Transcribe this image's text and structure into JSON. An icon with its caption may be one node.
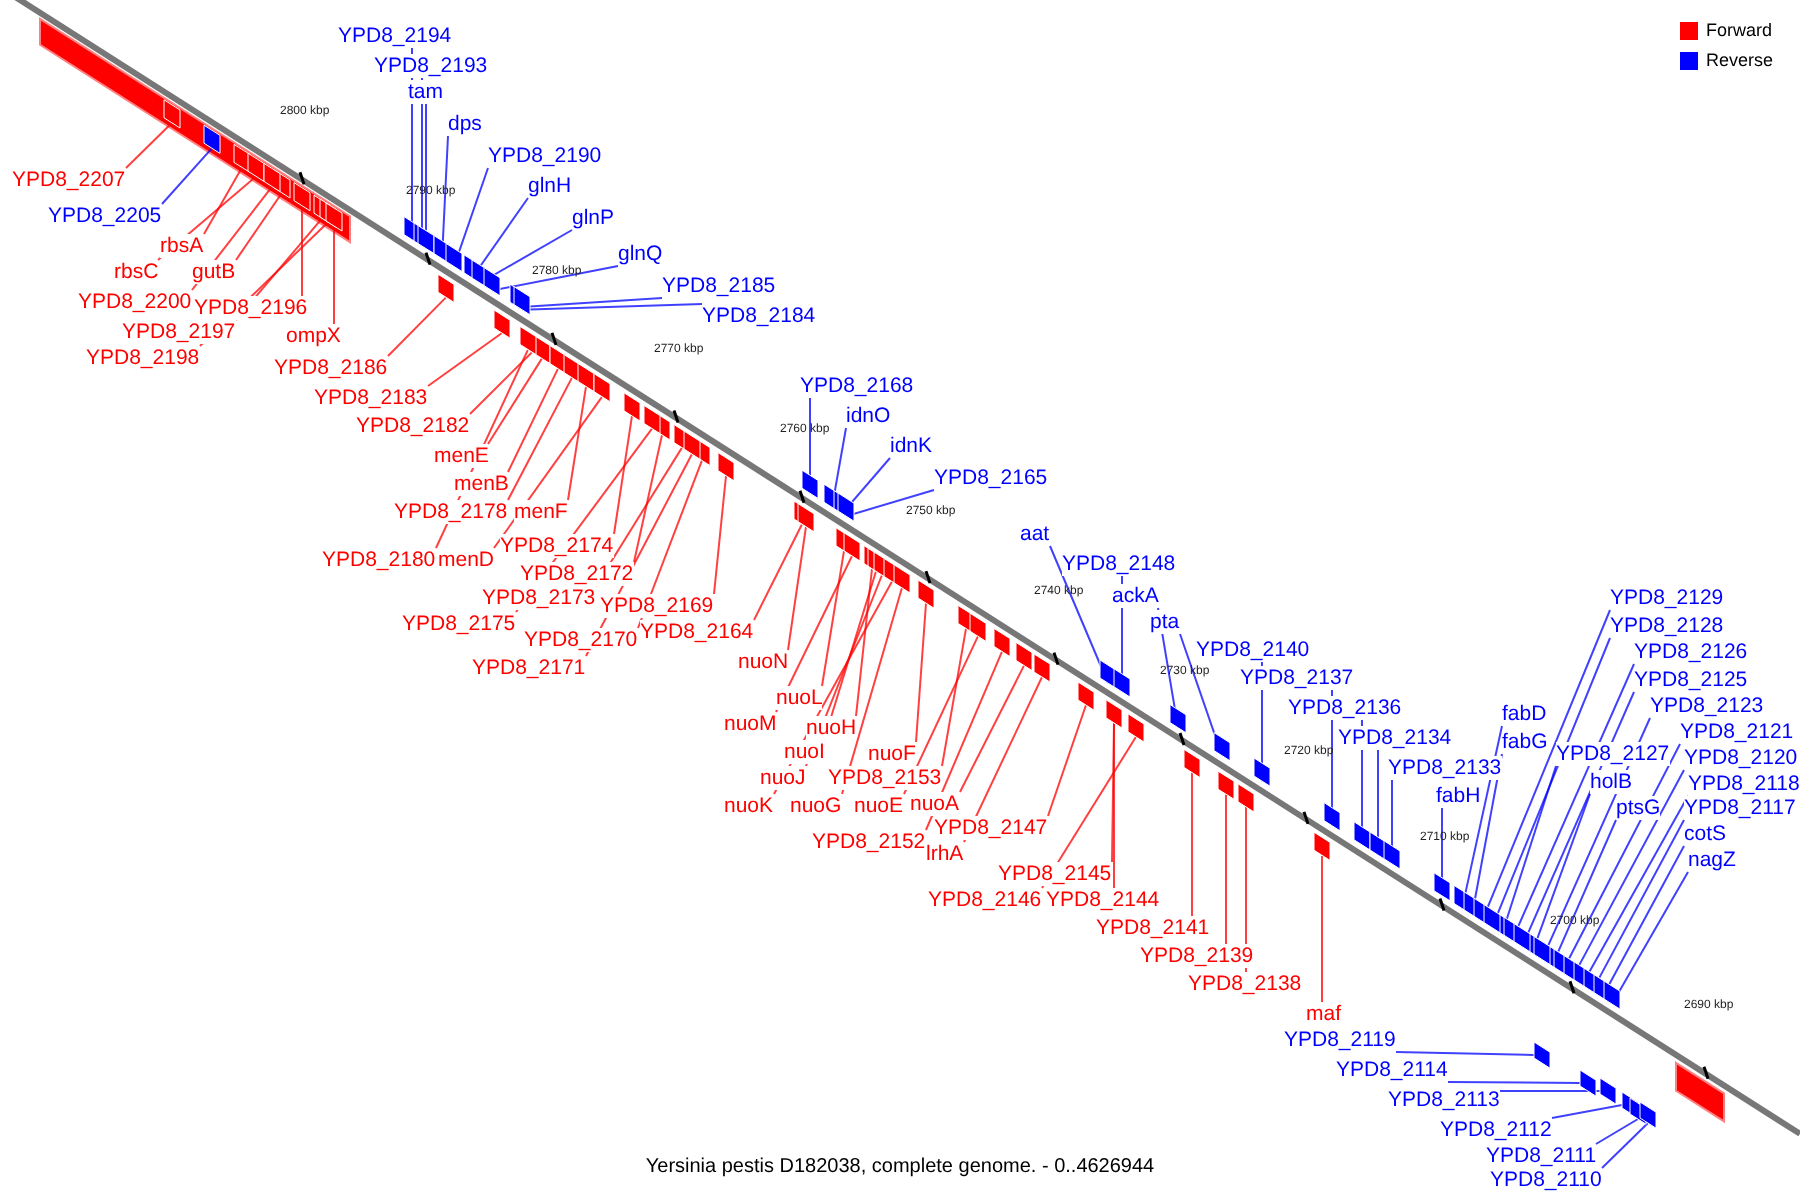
{
  "diagram": {
    "caption": "Yersinia pestis D182038, complete genome. - 0..4626944",
    "nodes": [
      {
        "text": [
          "YPD8_2207"
        ]
      },
      {
        "text": [
          "YPD8_2205"
        ]
      },
      {
        "text": [
          "rbsA"
        ]
      },
      {
        "text": [
          "rbsC"
        ]
      },
      {
        "text": [
          "gutB"
        ]
      },
      {
        "text": [
          "YPD8_2200"
        ]
      },
      {
        "text": [
          "YPD8_2196"
        ]
      },
      {
        "text": [
          "YPD8_2197"
        ]
      },
      {
        "text": [
          "YPD8_2198"
        ]
      },
      {
        "text": [
          "ompX"
        ]
      },
      {
        "text": [
          "YPD8_2186"
        ]
      },
      {
        "text": [
          "YPD8_2183"
        ]
      },
      {
        "text": [
          "YPD8_2182"
        ]
      },
      {
        "text": [
          "menE"
        ]
      },
      {
        "text": [
          "menB"
        ]
      },
      {
        "text": [
          "YPD8_2178"
        ]
      },
      {
        "text": [
          "menF"
        ]
      },
      {
        "text": [
          "YPD8_2180"
        ]
      },
      {
        "text": [
          "menD"
        ]
      },
      {
        "text": [
          "YPD8_2174"
        ]
      },
      {
        "text": [
          "YPD8_2172"
        ]
      },
      {
        "text": [
          "YPD8_2173"
        ]
      },
      {
        "text": [
          "YPD8_2169"
        ]
      },
      {
        "text": [
          "YPD8_2175"
        ]
      },
      {
        "text": [
          "YPD8_2170"
        ]
      },
      {
        "text": [
          "YPD8_2164"
        ]
      },
      {
        "text": [
          "YPD8_2171"
        ]
      },
      {
        "text": [
          "nuoN"
        ]
      },
      {
        "text": [
          "nuoL"
        ]
      },
      {
        "text": [
          "nuoM"
        ]
      },
      {
        "text": [
          "nuoH"
        ]
      },
      {
        "text": [
          "nuoI"
        ]
      },
      {
        "text": [
          "nuoF"
        ]
      },
      {
        "text": [
          "nuoJ"
        ]
      },
      {
        "text": [
          "YPD8_2153"
        ]
      },
      {
        "text": [
          "nuoK"
        ]
      },
      {
        "text": [
          "nuoG"
        ]
      },
      {
        "text": [
          "nuoE"
        ]
      },
      {
        "text": [
          "nuoA"
        ]
      },
      {
        "text": [
          "YPD8_2147"
        ]
      },
      {
        "text": [
          "YPD8_2152"
        ]
      },
      {
        "text": [
          "lrhA"
        ]
      },
      {
        "text": [
          "YPD8_2145"
        ]
      },
      {
        "text": [
          "YPD8_2146"
        ]
      },
      {
        "text": [
          "YPD8_2144"
        ]
      },
      {
        "text": [
          "YPD8_2141"
        ]
      },
      {
        "text": [
          "YPD8_2139"
        ]
      },
      {
        "text": [
          "YPD8_2138"
        ]
      },
      {
        "text": [
          "maf"
        ]
      },
      {
        "text": [
          "YPD8_2194"
        ]
      },
      {
        "text": [
          "YPD8_2193"
        ]
      },
      {
        "text": [
          "tam"
        ]
      },
      {
        "text": [
          "dps"
        ]
      },
      {
        "text": [
          "YPD8_2190"
        ]
      },
      {
        "text": [
          "glnH"
        ]
      },
      {
        "text": [
          "glnP"
        ]
      },
      {
        "text": [
          "glnQ"
        ]
      },
      {
        "text": [
          "YPD8_2185"
        ]
      },
      {
        "text": [
          "YPD8_2184"
        ]
      },
      {
        "text": [
          "YPD8_2168"
        ]
      },
      {
        "text": [
          "idnO"
        ]
      },
      {
        "text": [
          "idnK"
        ]
      },
      {
        "text": [
          "YPD8_2165"
        ]
      },
      {
        "text": [
          "aat"
        ]
      },
      {
        "text": [
          "YPD8_2148"
        ]
      },
      {
        "text": [
          "ackA"
        ]
      },
      {
        "text": [
          "pta"
        ]
      },
      {
        "text": [
          "YPD8_2140"
        ]
      },
      {
        "text": [
          "YPD8_2137"
        ]
      },
      {
        "text": [
          "YPD8_2136"
        ]
      },
      {
        "text": [
          "YPD8_2134"
        ]
      },
      {
        "text": [
          "YPD8_2133"
        ]
      },
      {
        "text": [
          "fabH"
        ]
      },
      {
        "text": [
          "fabD"
        ]
      },
      {
        "text": [
          "fabG"
        ]
      },
      {
        "text": [
          "YPD8_2127"
        ]
      },
      {
        "text": [
          "holB"
        ]
      },
      {
        "text": [
          "ptsG"
        ]
      },
      {
        "text": [
          "YPD8_2129"
        ]
      },
      {
        "text": [
          "YPD8_2128"
        ]
      },
      {
        "text": [
          "YPD8_2126"
        ]
      },
      {
        "text": [
          "YPD8_2125"
        ]
      },
      {
        "text": [
          "YPD8_2123"
        ]
      },
      {
        "text": [
          "YPD8_2121"
        ]
      },
      {
        "text": [
          "YPD8_2120"
        ]
      },
      {
        "text": [
          "YPD8_2118"
        ]
      },
      {
        "text": [
          "YPD8_2117"
        ]
      },
      {
        "text": [
          "cotS"
        ]
      },
      {
        "text": [
          "nagZ"
        ]
      },
      {
        "text": [
          "YPD8_2119"
        ]
      },
      {
        "text": [
          "YPD8_2114"
        ]
      },
      {
        "text": [
          "YPD8_2113"
        ]
      },
      {
        "text": [
          "YPD8_2112"
        ]
      },
      {
        "text": [
          "YPD8_2111"
        ]
      },
      {
        "text": [
          "YPD8_2110"
        ]
      },
      {
        "text": [],
        "shape": "box"
      },
      {
        "text": [],
        "shape": "box"
      },
      {
        "text": [],
        "shape": "box"
      },
      {
        "text": [],
        "shape": "box"
      },
      {
        "text": [],
        "shape": "box"
      },
      {
        "text": [],
        "shape": "box"
      },
      {
        "text": [],
        "shape": "box"
      },
      {
        "text": [],
        "shape": "box"
      },
      {
        "text": [],
        "shape": "box"
      },
      {
        "text": [],
        "shape": "box"
      },
      {
        "text": [],
        "shape": "box"
      },
      {
        "text": [],
        "shape": "box"
      },
      {
        "text": [],
        "shape": "box"
      },
      {
        "text": [],
        "shape": "box"
      },
      {
        "text": [],
        "shape": "box"
      },
      {
        "text": [],
        "shape": "box"
      },
      {
        "text": [],
        "shape": "box"
      },
      {
        "text": [],
        "shape": "box"
      },
      {
        "text": [],
        "shape": "box"
      },
      {
        "text": [],
        "shape": "box"
      },
      {
        "text": [],
        "shape": "box"
      },
      {
        "text": [],
        "shape": "box"
      },
      {
        "text": [],
        "shape": "box"
      },
      {
        "text": [],
        "shape": "box"
      },
      {
        "text": [],
        "shape": "box"
      },
      {
        "text": [],
        "shape": "box"
      },
      {
        "text": [],
        "shape": "box"
      },
      {
        "text": [],
        "shape": "box"
      },
      {
        "text": [],
        "shape": "box"
      },
      {
        "text": [],
        "shape": "box"
      },
      {
        "text": [],
        "shape": "box"
      },
      {
        "text": [],
        "shape": "box"
      },
      {
        "text": [],
        "shape": "box"
      },
      {
        "text": [],
        "shape": "box"
      },
      {
        "text": [],
        "shape": "box"
      },
      {
        "text": [],
        "shape": "box"
      },
      {
        "text": [],
        "shape": "box"
      },
      {
        "text": [],
        "shape": "box"
      },
      {
        "text": [],
        "shape": "box"
      },
      {
        "text": [],
        "shape": "box"
      },
      {
        "text": [],
        "shape": "box"
      },
      {
        "text": [],
        "shape": "box"
      },
      {
        "text": [],
        "shape": "box"
      },
      {
        "text": [],
        "shape": "box"
      },
      {
        "text": [],
        "shape": "box"
      },
      {
        "text": [],
        "shape": "box"
      },
      {
        "text": [],
        "shape": "box"
      },
      {
        "text": [],
        "shape": "box"
      },
      {
        "text": [],
        "shape": "box"
      },
      {
        "text": [],
        "shape": "box"
      },
      {
        "text": [],
        "shape": "box"
      },
      {
        "text": [],
        "shape": "box"
      },
      {
        "text": [],
        "shape": "box"
      },
      {
        "text": [],
        "shape": "box"
      },
      {
        "text": [],
        "shape": "box"
      },
      {
        "text": [],
        "shape": "box"
      },
      {
        "text": [],
        "shape": "box"
      },
      {
        "text": [],
        "shape": "box"
      },
      {
        "text": [],
        "shape": "box"
      },
      {
        "text": [],
        "shape": "box"
      },
      {
        "text": [],
        "shape": "box"
      },
      {
        "text": [],
        "shape": "box"
      },
      {
        "text": [],
        "shape": "box"
      },
      {
        "text": [],
        "shape": "box"
      },
      {
        "text": [],
        "shape": "box"
      },
      {
        "text": [],
        "shape": "box"
      },
      {
        "text": [],
        "shape": "box"
      },
      {
        "text": [],
        "shape": "box"
      },
      {
        "text": [],
        "shape": "box"
      },
      {
        "text": [],
        "shape": "box"
      },
      {
        "text": [],
        "shape": "box"
      },
      {
        "text": [],
        "shape": "box"
      },
      {
        "text": [],
        "shape": "box"
      },
      {
        "text": [],
        "shape": "box"
      },
      {
        "text": [],
        "shape": "box"
      },
      {
        "text": [],
        "shape": "box"
      },
      {
        "text": [],
        "shape": "box"
      },
      {
        "text": [],
        "shape": "box"
      },
      {
        "text": [],
        "shape": "box"
      },
      {
        "text": [],
        "shape": "box"
      },
      {
        "text": [],
        "shape": "box"
      },
      {
        "text": [],
        "shape": "box"
      },
      {
        "text": [],
        "shape": "box"
      },
      {
        "text": [],
        "shape": "box"
      },
      {
        "text": [],
        "shape": "box"
      },
      {
        "text": [],
        "shape": "box"
      },
      {
        "text": [],
        "shape": "box"
      },
      {
        "text": [],
        "shape": "box"
      },
      {
        "text": [],
        "shape": "box"
      },
      {
        "text": [],
        "shape": "box"
      },
      {
        "text": [],
        "shape": "box"
      },
      {
        "text": [],
        "shape": "box"
      },
      {
        "text": [],
        "shape": "box"
      },
      {
        "text": [],
        "shape": "box"
      },
      {
        "text": [],
        "shape": "box"
      }
    ],
    "edges": [
      {
        "from": 0,
        "to": 95,
        "arrow": "none",
        "color": "#ff0000"
      },
      {
        "from": 1,
        "to": 96,
        "arrow": "none",
        "color": "#0000ff"
      },
      {
        "from": 2,
        "to": 97,
        "arrow": "none",
        "color": "#ff0000"
      },
      {
        "from": 3,
        "to": 98,
        "arrow": "none",
        "color": "#ff0000"
      },
      {
        "from": 4,
        "to": 99,
        "arrow": "none",
        "color": "#ff0000"
      },
      {
        "from": 5,
        "to": 100,
        "arrow": "none",
        "color": "#ff0000"
      },
      {
        "from": 6,
        "to": 101,
        "arrow": "none",
        "color": "#ff0000"
      },
      {
        "from": 7,
        "to": 102,
        "arrow": "none",
        "color": "#ff0000"
      },
      {
        "from": 8,
        "to": 103,
        "arrow": "none",
        "color": "#ff0000"
      },
      {
        "from": 9,
        "to": 104,
        "arrow": "none",
        "color": "#ff0000"
      },
      {
        "from": 10,
        "to": 105,
        "arrow": "none",
        "color": "#ff0000"
      },
      {
        "from": 11,
        "to": 106,
        "arrow": "none",
        "color": "#ff0000"
      },
      {
        "from": 12,
        "to": 107,
        "arrow": "none",
        "color": "#ff0000"
      },
      {
        "from": 13,
        "to": 108,
        "arrow": "none",
        "color": "#ff0000"
      },
      {
        "from": 14,
        "to": 109,
        "arrow": "none",
        "color": "#ff0000"
      },
      {
        "from": 15,
        "to": 110,
        "arrow": "none",
        "color": "#ff0000"
      },
      {
        "from": 16,
        "to": 111,
        "arrow": "none",
        "color": "#ff0000"
      },
      {
        "from": 17,
        "to": 112,
        "arrow": "none",
        "color": "#ff0000"
      },
      {
        "from": 18,
        "to": 113,
        "arrow": "none",
        "color": "#ff0000"
      },
      {
        "from": 19,
        "to": 114,
        "arrow": "none",
        "color": "#ff0000"
      },
      {
        "from": 20,
        "to": 115,
        "arrow": "none",
        "color": "#ff0000"
      },
      {
        "from": 21,
        "to": 116,
        "arrow": "none",
        "color": "#ff0000"
      },
      {
        "from": 22,
        "to": 117,
        "arrow": "none",
        "color": "#ff0000"
      },
      {
        "from": 23,
        "to": 118,
        "arrow": "none",
        "color": "#ff0000"
      },
      {
        "from": 24,
        "to": 119,
        "arrow": "none",
        "color": "#ff0000"
      },
      {
        "from": 25,
        "to": 120,
        "arrow": "none",
        "color": "#ff0000"
      },
      {
        "from": 26,
        "to": 121,
        "arrow": "none",
        "color": "#ff0000"
      },
      {
        "from": 27,
        "to": 122,
        "arrow": "none",
        "color": "#ff0000"
      },
      {
        "from": 28,
        "to": 123,
        "arrow": "none",
        "color": "#ff0000"
      },
      {
        "from": 29,
        "to": 124,
        "arrow": "none",
        "color": "#ff0000"
      },
      {
        "from": 30,
        "to": 125,
        "arrow": "none",
        "color": "#ff0000"
      },
      {
        "from": 31,
        "to": 126,
        "arrow": "none",
        "color": "#ff0000"
      },
      {
        "from": 32,
        "to": 127,
        "arrow": "none",
        "color": "#ff0000"
      },
      {
        "from": 33,
        "to": 128,
        "arrow": "none",
        "color": "#ff0000"
      },
      {
        "from": 34,
        "to": 129,
        "arrow": "none",
        "color": "#ff0000"
      },
      {
        "from": 35,
        "to": 130,
        "arrow": "none",
        "color": "#ff0000"
      },
      {
        "from": 36,
        "to": 131,
        "arrow": "none",
        "color": "#ff0000"
      },
      {
        "from": 37,
        "to": 132,
        "arrow": "none",
        "color": "#ff0000"
      },
      {
        "from": 38,
        "to": 133,
        "arrow": "none",
        "color": "#ff0000"
      },
      {
        "from": 39,
        "to": 134,
        "arrow": "none",
        "color": "#ff0000"
      },
      {
        "from": 40,
        "to": 135,
        "arrow": "none",
        "color": "#ff0000"
      },
      {
        "from": 41,
        "to": 136,
        "arrow": "none",
        "color": "#ff0000"
      },
      {
        "from": 42,
        "to": 137,
        "arrow": "none",
        "color": "#ff0000"
      },
      {
        "from": 43,
        "to": 138,
        "arrow": "none",
        "color": "#ff0000"
      },
      {
        "from": 44,
        "to": 139,
        "arrow": "none",
        "color": "#ff0000"
      },
      {
        "from": 45,
        "to": 140,
        "arrow": "none",
        "color": "#ff0000"
      },
      {
        "from": 46,
        "to": 141,
        "arrow": "none",
        "color": "#ff0000"
      },
      {
        "from": 47,
        "to": 142,
        "arrow": "none",
        "color": "#ff0000"
      },
      {
        "from": 48,
        "to": 143,
        "arrow": "none",
        "color": "#ff0000"
      },
      {
        "from": 49,
        "to": 144,
        "arrow": "none",
        "color": "#0000ff"
      },
      {
        "from": 50,
        "to": 145,
        "arrow": "none",
        "color": "#0000ff"
      },
      {
        "from": 51,
        "to": 146,
        "arrow": "none",
        "color": "#0000ff"
      },
      {
        "from": 52,
        "to": 147,
        "arrow": "none",
        "color": "#0000ff"
      },
      {
        "from": 53,
        "to": 148,
        "arrow": "none",
        "color": "#0000ff"
      },
      {
        "from": 54,
        "to": 149,
        "arrow": "none",
        "color": "#0000ff"
      },
      {
        "from": 55,
        "to": 150,
        "arrow": "none",
        "color": "#0000ff"
      },
      {
        "from": 56,
        "to": 151,
        "arrow": "none",
        "color": "#0000ff"
      },
      {
        "from": 57,
        "to": 152,
        "arrow": "none",
        "color": "#0000ff"
      },
      {
        "from": 58,
        "to": 153,
        "arrow": "none",
        "color": "#0000ff"
      },
      {
        "from": 59,
        "to": 154,
        "arrow": "none",
        "color": "#0000ff"
      },
      {
        "from": 60,
        "to": 155,
        "arrow": "none",
        "color": "#0000ff"
      },
      {
        "from": 61,
        "to": 156,
        "arrow": "none",
        "color": "#0000ff"
      },
      {
        "from": 62,
        "to": 157,
        "arrow": "none",
        "color": "#0000ff"
      },
      {
        "from": 63,
        "to": 158,
        "arrow": "none",
        "color": "#0000ff"
      },
      {
        "from": 64,
        "to": 159,
        "arrow": "none",
        "color": "#0000ff"
      },
      {
        "from": 65,
        "to": 160,
        "arrow": "none",
        "color": "#0000ff"
      },
      {
        "from": 66,
        "to": 161,
        "arrow": "none",
        "color": "#0000ff"
      },
      {
        "from": 67,
        "to": 162,
        "arrow": "none",
        "color": "#0000ff"
      },
      {
        "from": 68,
        "to": 163,
        "arrow": "none",
        "color": "#0000ff"
      },
      {
        "from": 69,
        "to": 164,
        "arrow": "none",
        "color": "#0000ff"
      },
      {
        "from": 70,
        "to": 165,
        "arrow": "none",
        "color": "#0000ff"
      },
      {
        "from": 71,
        "to": 166,
        "arrow": "none",
        "color": "#0000ff"
      },
      {
        "from": 72,
        "to": 167,
        "arrow": "none",
        "color": "#0000ff"
      },
      {
        "from": 73,
        "to": 168,
        "arrow": "none",
        "color": "#0000ff"
      },
      {
        "from": 74,
        "to": 169,
        "arrow": "none",
        "color": "#0000ff"
      },
      {
        "from": 75,
        "to": 170,
        "arrow": "none",
        "color": "#0000ff"
      },
      {
        "from": 76,
        "to": 171,
        "arrow": "none",
        "color": "#0000ff"
      },
      {
        "from": 77,
        "to": 172,
        "arrow": "none",
        "color": "#0000ff"
      },
      {
        "from": 78,
        "to": 173,
        "arrow": "none",
        "color": "#0000ff"
      },
      {
        "from": 79,
        "to": 174,
        "arrow": "none",
        "color": "#0000ff"
      },
      {
        "from": 80,
        "to": 175,
        "arrow": "none",
        "color": "#0000ff"
      },
      {
        "from": 81,
        "to": 176,
        "arrow": "none",
        "color": "#0000ff"
      },
      {
        "from": 82,
        "to": 177,
        "arrow": "none",
        "color": "#0000ff"
      },
      {
        "from": 83,
        "to": 178,
        "arrow": "none",
        "color": "#0000ff"
      },
      {
        "from": 84,
        "to": 179,
        "arrow": "none",
        "color": "#0000ff"
      },
      {
        "from": 85,
        "to": 180,
        "arrow": "none",
        "color": "#0000ff"
      },
      {
        "from": 86,
        "to": 181,
        "arrow": "none",
        "color": "#0000ff"
      },
      {
        "from": 87,
        "to": 182,
        "arrow": "none",
        "color": "#0000ff"
      },
      {
        "from": 88,
        "to": 183,
        "arrow": "none",
        "color": "#0000ff"
      },
      {
        "from": 89,
        "to": 184,
        "arrow": "none",
        "color": "#0000ff"
      },
      {
        "from": 90,
        "to": 185,
        "arrow": "none",
        "color": "#0000ff"
      },
      {
        "from": 91,
        "to": 186,
        "arrow": "none",
        "color": "#0000ff"
      },
      {
        "from": 92,
        "to": 187,
        "arrow": "none",
        "color": "#0000ff"
      },
      {
        "from": 93,
        "to": 188,
        "arrow": "none",
        "color": "#0000ff"
      },
      {
        "from": 94,
        "to": 189,
        "arrow": "none",
        "color": "#0000ff"
      }
    ],
    "labels": [
      "2800 kbp",
      "2790 kbp",
      "2780 kbp",
      "2770 kbp",
      "2760 kbp",
      "2750 kbp",
      "2740 kbp",
      "2730 kbp",
      "2720 kbp",
      "2710 kbp",
      "2700 kbp",
      "2690 kbp"
    ],
    "legend": [
      {
        "text": "Forward",
        "color": "#ff0000"
      },
      {
        "text": "Reverse",
        "color": "#0000ff"
      }
    ]
  }
}
